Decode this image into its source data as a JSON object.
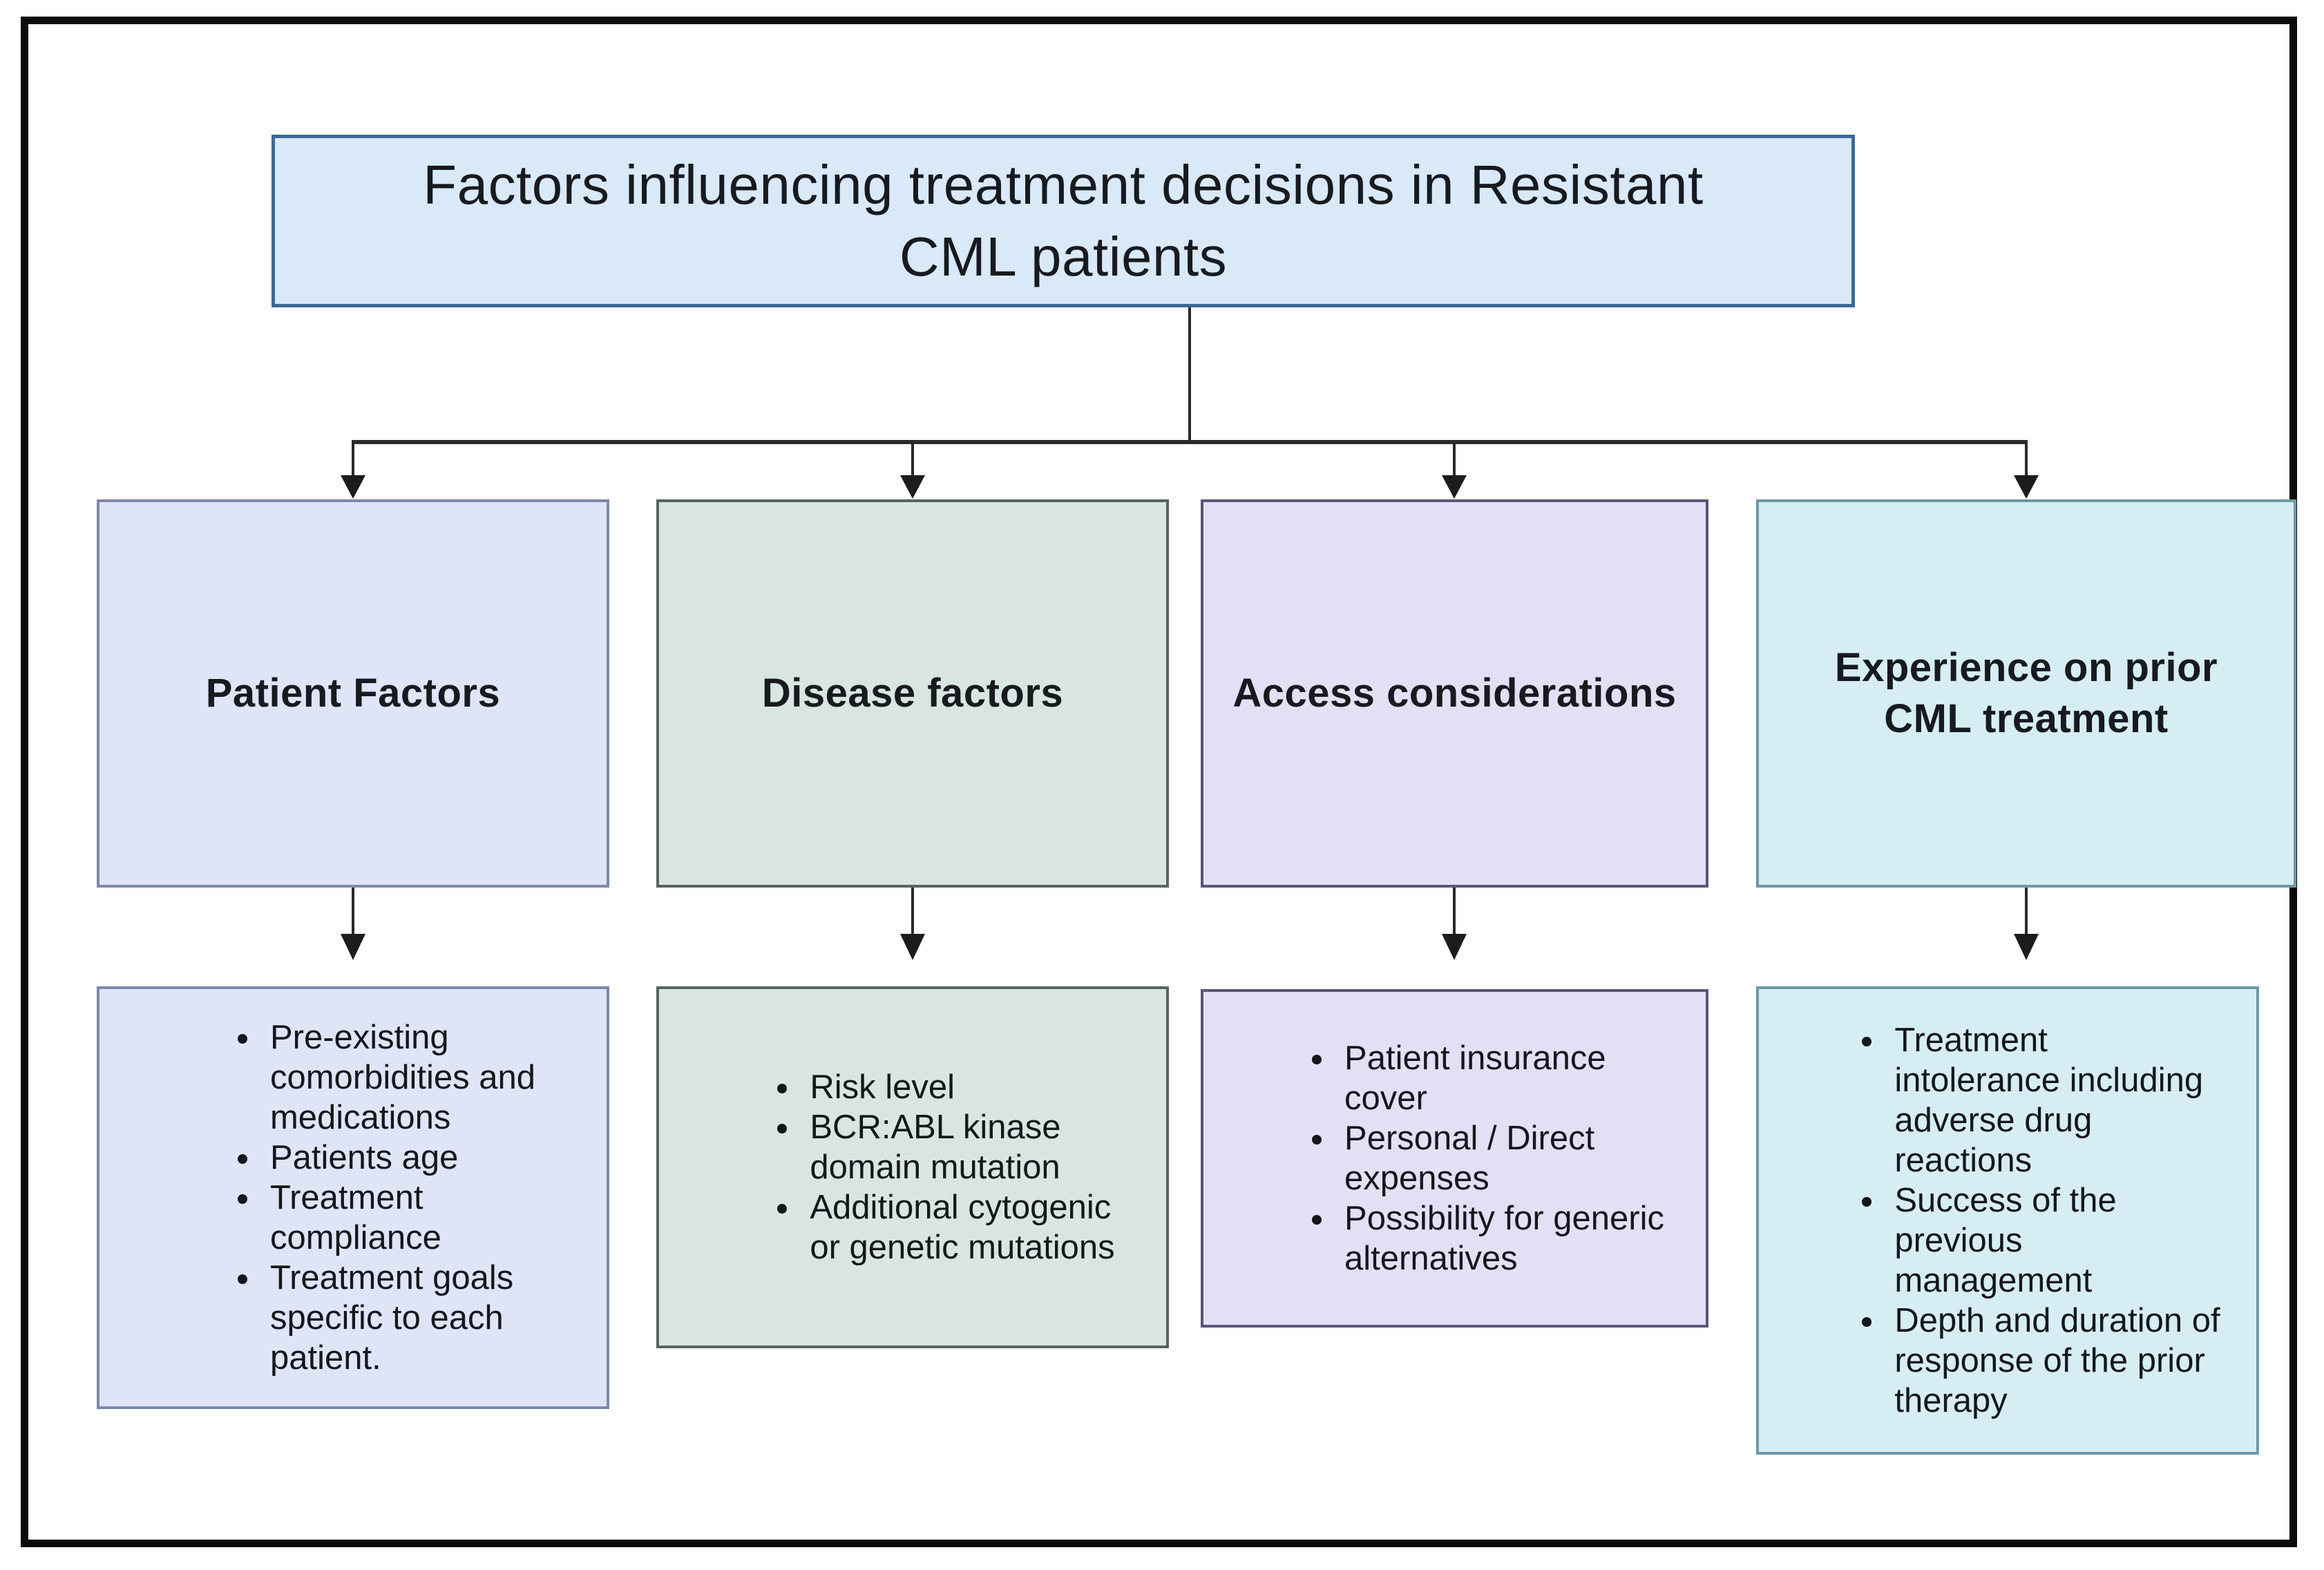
{
  "diagram": {
    "title": "Factors influencing treatment decisions in Resistant\nCML patients",
    "title_fill": "#d9e9f8",
    "title_border": "#3c6a95",
    "connector_color": "#2a2a2a",
    "frame_color": "#0c0c0c",
    "text_color": "#14171c",
    "branches": [
      {
        "heading": "Patient Factors",
        "fill": "#dfe4f7",
        "border": "#7d88ab",
        "bullets": [
          "Pre-existing\ncomorbidities and\nmedications",
          "Patients age",
          "Treatment\ncompliance",
          "Treatment goals\nspecific to each\npatient."
        ]
      },
      {
        "heading": "Disease factors",
        "fill": "#d8e5e0",
        "border": "#55655e",
        "bullets": [
          "Risk level",
          "BCR:ABL kinase\ndomain mutation",
          "Additional cytogenic\nor genetic mutations"
        ]
      },
      {
        "heading": "Access considerations",
        "fill": "#e3e0f6",
        "border": "#5d5479",
        "bullets": [
          "Patient insurance\ncover",
          "Personal / Direct\nexpenses",
          "Possibility for generic\nalternatives"
        ]
      },
      {
        "heading": "Experience on prior\nCML treatment",
        "fill": "#d6edf4",
        "border": "#6d98a6",
        "bullets": [
          "Treatment\nintolerance including\nadverse drug\nreactions",
          "Success of the\nprevious\nmanagement",
          "Depth and duration of\nresponse of the prior\ntherapy"
        ]
      }
    ]
  }
}
